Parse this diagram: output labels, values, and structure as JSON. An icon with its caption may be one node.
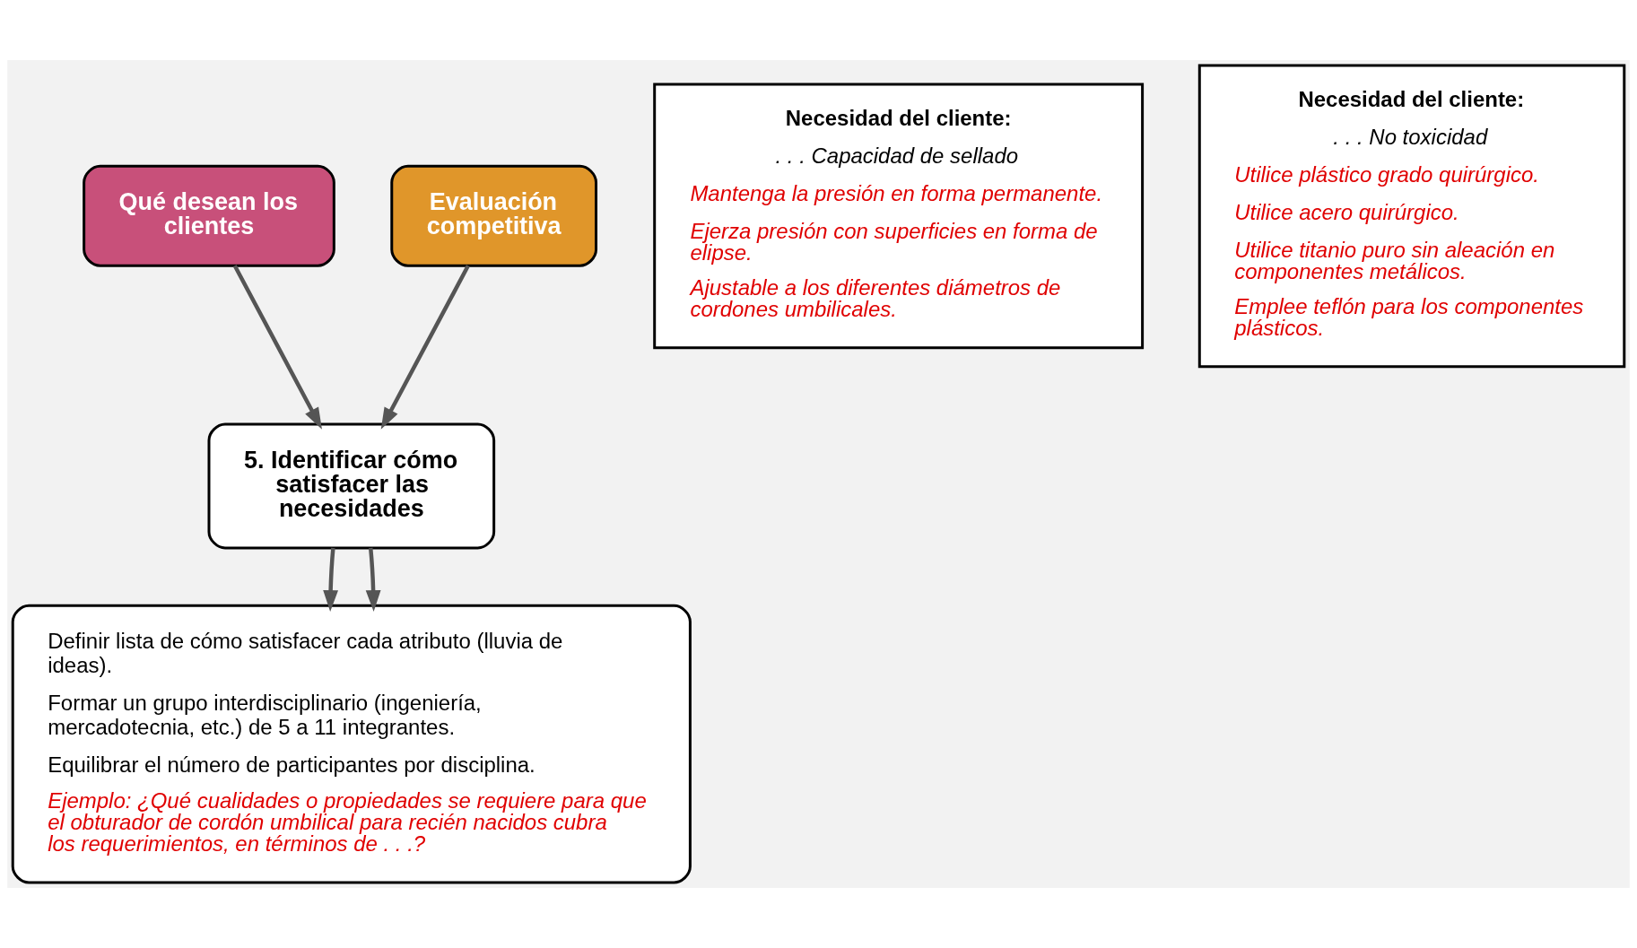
{
  "diagram": {
    "nodes": [
      {
        "text": [
          "Qué desean los clientes"
        ]
      },
      {
        "text": [
          "Evaluación competitiva"
        ]
      },
      {
        "text": [
          "5. Identificar cómo satisfacer las necesidades"
        ]
      },
      {
        "text": [
          "Definir lista de cómo satisfacer cada atributo (lluvia de ideas).",
          "Formar un grupo interdisciplinario (ingeniería, mercadotecnia, etc.) de 5 a 11 integrantes.",
          "Equilibrar el número de participantes por disciplina.",
          "Ejemplo: ¿Qué cualidades o propiedades se requiere para que el obturador de cordón umbilical para recién nacidos cubra los requerimientos, en términos de . . .?"
        ]
      },
      {
        "text": [
          "Necesidad del cliente:",
          ". . . Capacidad de sellado",
          "Mantenga la presión en forma permanente.",
          "Ejerza presión con superficies en forma de elipse.",
          "Ajustable a los diferentes diámetros de cordones umbilicales."
        ]
      },
      {
        "text": [
          "Necesidad del cliente:",
          ". . . No toxicidad",
          "Utilice plástico grado quirúrgico.",
          "Utilice acero quirúrgico.",
          "Utilice titanio puro sin aleación en componentes metálicos.",
          "Emplee teflón para los componentes plásticos."
        ]
      }
    ],
    "edges": [
      {
        "from": 0,
        "to": 2,
        "arrow": "to"
      },
      {
        "from": 1,
        "to": 2,
        "arrow": "to"
      },
      {
        "from": 2,
        "to": 3,
        "arrow": "to"
      },
      {
        "from": 2,
        "to": 3,
        "arrow": "to"
      }
    ]
  }
}
